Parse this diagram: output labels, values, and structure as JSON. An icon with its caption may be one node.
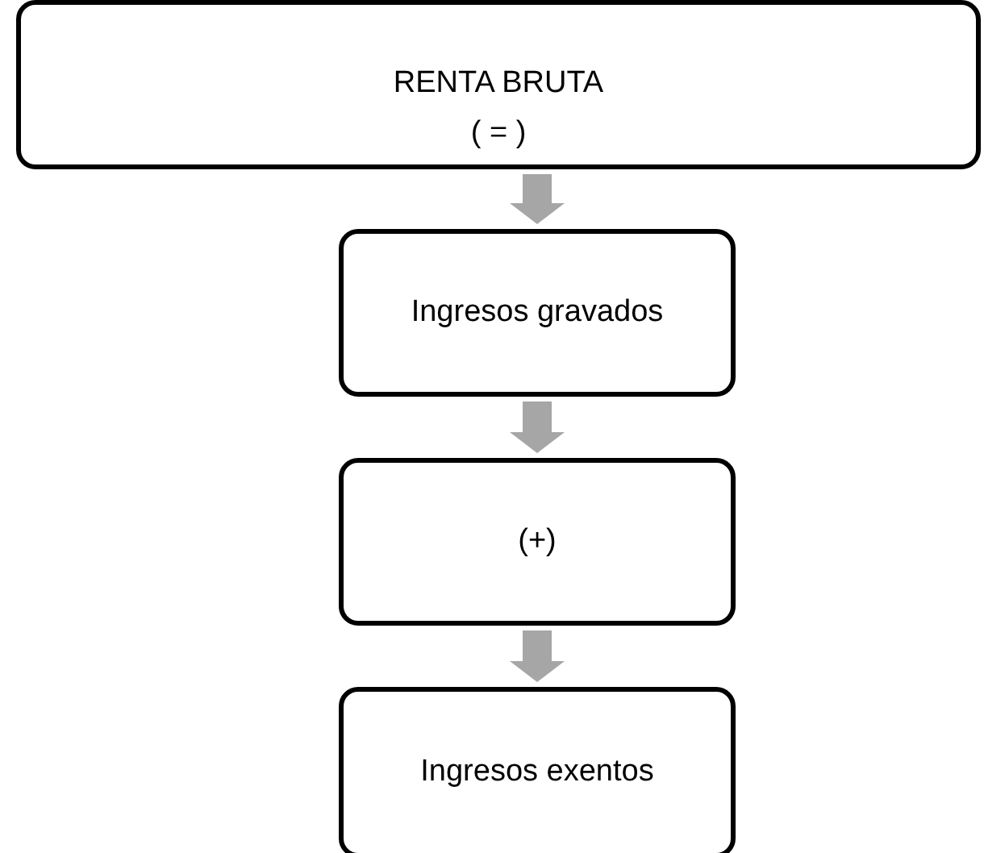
{
  "diagram": {
    "nodes": [
      {
        "text": [
          "RENTA BRUTA",
          "( = )"
        ]
      },
      {
        "text": [
          "Ingresos gravados"
        ]
      },
      {
        "text": [
          "(+)"
        ]
      },
      {
        "text": [
          "Ingresos exentos"
        ]
      }
    ],
    "edges": [
      {
        "from": 0,
        "to": 1,
        "arrow": "to"
      },
      {
        "from": 1,
        "to": 2,
        "arrow": "to"
      },
      {
        "from": 2,
        "to": 3,
        "arrow": "to"
      }
    ]
  }
}
